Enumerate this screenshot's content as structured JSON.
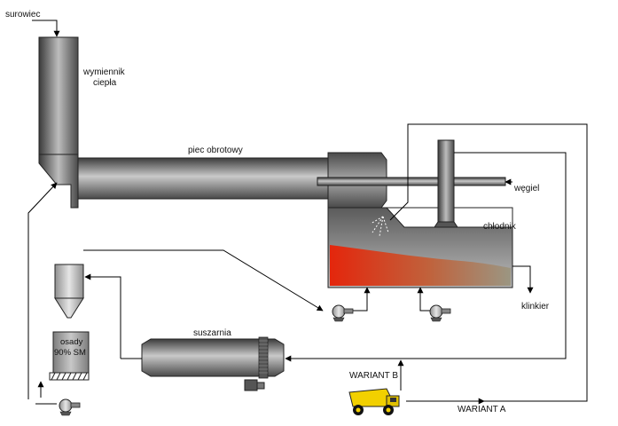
{
  "labels": {
    "raw_material": "surowiec",
    "heat_exchanger_line1": "wymiennik",
    "heat_exchanger_line2": "ciepła",
    "rotary_kiln": "piec obrotowy",
    "coal": "węgiel",
    "cooler": "chłodnik",
    "clinker": "klinkier",
    "dryer": "suszarnia",
    "sludge_line1": "osady",
    "sludge_line2": "90% SM",
    "variant_b": "WARIANT B",
    "variant_a": "WARIANT A"
  },
  "colors": {
    "equipment_dark": "#4a4a4a",
    "equipment_mid": "#8a8a8a",
    "equipment_light": "#cfcfcf",
    "clinker_hot": "#e02a10",
    "clinker_cool": "#9a9a86",
    "line": "#000000",
    "truck": "#f2d000"
  },
  "icons": [
    "fan-icon",
    "dump-truck-icon",
    "dust-spray-icon",
    "arrow-icon"
  ]
}
